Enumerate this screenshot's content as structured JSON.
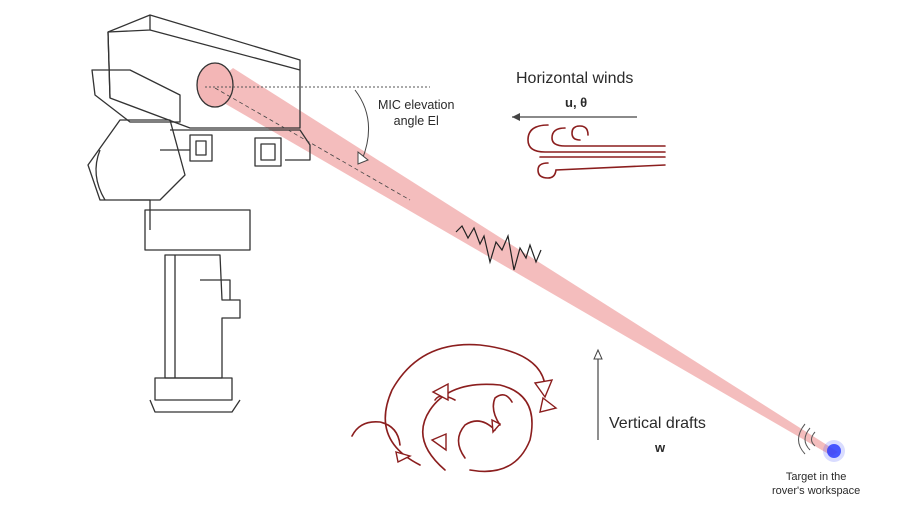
{
  "labels": {
    "horizontal_winds": "Horizontal winds",
    "horizontal_symbols": "u, θ",
    "mic_line1": "MIC elevation",
    "mic_line2": "angle El",
    "vertical_drafts": "Vertical drafts",
    "vertical_symbol": "w",
    "target_line1": "Target in the",
    "target_line2": "rover's workspace"
  },
  "colors": {
    "beam": "#f3b6b6",
    "wind": "#8b1e1e",
    "outline": "#333333",
    "target": "#2f3fff"
  }
}
